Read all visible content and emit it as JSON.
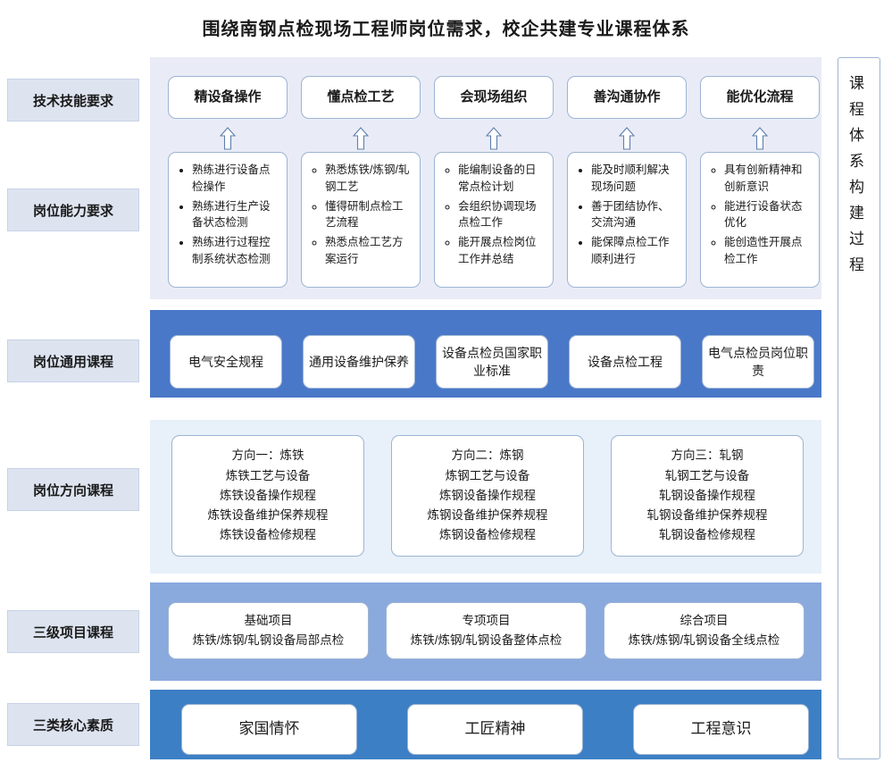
{
  "title": "围绕南钢点检现场工程师岗位需求，校企共建专业课程体系",
  "row_labels": [
    "技术技能要求",
    "岗位能力要求",
    "岗位通用课程",
    "岗位方向课程",
    "三级项目课程",
    "三类核心素质"
  ],
  "skills": [
    "精设备操作",
    "懂点检工艺",
    "会现场组织",
    "善沟通协作",
    "能优化流程"
  ],
  "abilities": [
    [
      "熟练进行设备点检操作",
      "熟练进行生产设备状态检测",
      "熟练进行过程控制系统状态检测"
    ],
    [
      "熟悉炼铁/炼钢/轧钢工艺",
      "懂得研制点检工艺流程",
      "熟悉点检工艺方案运行"
    ],
    [
      "能编制设备的日常点检计划",
      "会组织协调现场点检工作",
      "能开展点检岗位工作并总结"
    ],
    [
      "能及时顺利解决现场问题",
      "善于团结协作、交流沟通",
      "能保障点检工作顺利进行"
    ],
    [
      "具有创新精神和创新意识",
      "能进行设备状态优化",
      "能创造性开展点检工作"
    ]
  ],
  "general_courses": [
    "电气安全规程",
    "通用设备维护保养",
    "设备点检员国家职业标准",
    "设备点检工程",
    "电气点检员岗位职责"
  ],
  "direction_courses": [
    {
      "head": "方向一：炼铁",
      "items": [
        "炼铁工艺与设备",
        "炼铁设备操作规程",
        "炼铁设备维护保养规程",
        "炼铁设备检修规程"
      ]
    },
    {
      "head": "方向二：炼钢",
      "items": [
        "炼钢工艺与设备",
        "炼钢设备操作规程",
        "炼钢设备维护保养规程",
        "炼钢设备检修规程"
      ]
    },
    {
      "head": "方向三：轧钢",
      "items": [
        "轧钢工艺与设备",
        "轧钢设备操作规程",
        "轧钢设备维护保养规程",
        "轧钢设备检修规程"
      ]
    }
  ],
  "project_courses": [
    {
      "head": "基础项目",
      "desc": "炼铁/炼钢/轧钢设备局部点检"
    },
    {
      "head": "专项项目",
      "desc": "炼铁/炼钢/轧钢设备整体点检"
    },
    {
      "head": "综合项目",
      "desc": "炼铁/炼钢/轧钢设备全线点检"
    }
  ],
  "core_qualities": [
    "家国情怀",
    "工匠精神",
    "工程意识"
  ],
  "right_axis": "课程体系构建过程",
  "colors": {
    "label_bg": "#dde4f0",
    "band_skill": "#e9ecf6",
    "band_general": "#4a78c8",
    "band_direction": "#e8f0fa",
    "band_project": "#8aa9dd",
    "band_core": "#3c7fc4",
    "card_border": "#9db4d4"
  }
}
